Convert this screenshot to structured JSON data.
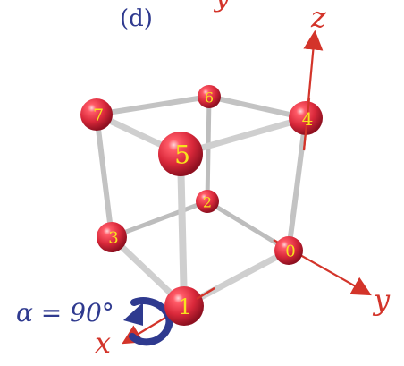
{
  "panel_label": "(d)",
  "axes": {
    "x": "x",
    "y": "y",
    "z": "z",
    "top_cut": "y"
  },
  "rotation": "α = 90°",
  "vertices": [
    "0",
    "1",
    "2",
    "3",
    "4",
    "5",
    "6",
    "7"
  ],
  "colors": {
    "vertex": "#d9283a",
    "vertex_label": "#f7e21e",
    "edge": "#b9b9b9",
    "axis": "#d3342a",
    "rotation": "#2f3a8f"
  }
}
